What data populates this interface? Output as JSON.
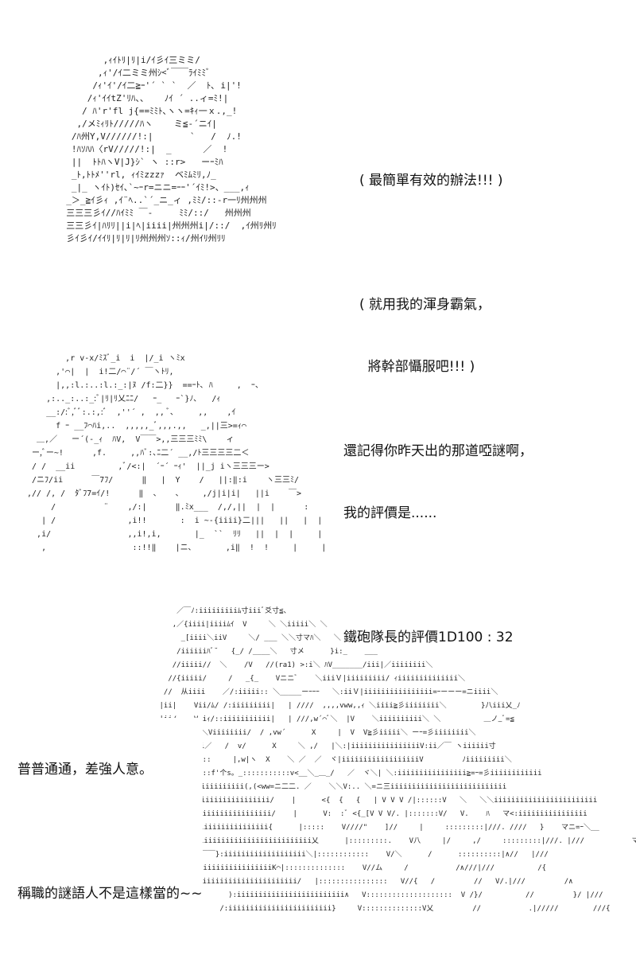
{
  "panels": [
    {
      "art": "         ,ｨｲﾄﾘ|ﾘ|i/ｲ彡ｲ三ミミ/\n        ,ｨ'/ｲ二ミミ州ｼ<ﾞ￣￣ﾗｲﾐﾐﾞ\n       /ｨ'ｲ'/ｲ二≧ｰ'´ ` `  ／  ﾄ､ i|'!\n      /ｨ'ｲｲtZ'ﾘﾊ、、   ﾉｲ ´ ..ィ=ﾐ!|\n     / ﾊ'r'fl j{==ﾐﾐﾄ､ヽヽ=ｷｨ一ｘ.,_!\n    ,/メﾐｨﾘﾄ/////ﾊヽ    ミ≦-´ニｲ|\n   /ﾊ州Y,V//////!:|       `   /  ﾉ.!\n   !ﾊｿﾊﾊ〈rV/////!:|  _      ／  !\n   ||  ﾄﾄﾊヽV|J}ｼ` ヽ ::r>   ーｰﾐﾊ\n   _ﾄ,ﾄﾄﾒ''rl, ｨｲﾐzzzｧ  ベﾐﾑﾐﾘ,ﾉ_\n   _|_ ヽｲﾄ)ｾｲ､`~ｰr=ニニ=ｰｰ'´ｲﾐ!>、___,ｨ\n  _＞_≧ｲ彡ｨ ,ｲ¨ﾍ..`´_ニ_ィ ,ﾐﾐ/::-r一ﾘ州州州\n  三三三彡ｲ//ﾊｲﾐﾐ ￣-     ﾐﾐ/::/   州州州\n  三三彡ｲ|ﾊﾘﾘ||i|ﾍ|iiii|州州州i|/::/  ,ｲ州ﾘ州ﾘ\n  彡ｲ彡ｲ/ｲｲﾘ|ﾘ|ﾘ|ﾘ州州州ｿ::ｨ/州ｲﾘ州ﾘﾘ",
      "lines": [
        "( 最簡單有效的辦法!!! )",
        "",
        "( 就用我的渾身霸氣，",
        "  將幹部懾服吧!!! )"
      ]
    },
    {
      "art": "         ,r v-x/ﾐｽﾞ_i  i  |/_i ヽﾐx\n       ,'⌒|  |  i!二/⌒¨/´ ￣ヽﾄﾘ,\n       |,,:l.:..:l.:_:|ﾇ /f:二}}  ==ｰﾄ､ ﾊ     ,  ｰ、\n     ,:.._:..:_:ﾞ|ﾘ|ﾘ乂ﾆﾆ/   ｰ_   ｰ`}ﾉ､   /ｨ\n     __:/:ﾞ,ﾞﾞ:.:,:ﾞ  ,''´ ,  ,, ﾞ､     ,,    ,ｲ\n       f ｰ __ﾌ⌒ﾊi,..  ,,,,,_ﾞ,,,.,,   _,||三>=ｨ⌒\n   ＿,／   ー´(-_ｨ  ﾊV,  V￣￣>,,三三三ﾐﾐ\\    ィ\n  ー,ﾞー~!      ,f.     ,,ﾊﾞ:､ﾆ二´ __,/ﾄ三三三三二＜\n  / /  __ii         ,ﾞ/<:|  ´ｰ´ ｰｨ'  ||_j iヽ三三三ー>\n  /ニﾌ/ii      ￣7ﾌ/      ‖   |  Y    /   ||:‖:i    ヽ三三ﾐ/\n ,// /, /  ﾀﾞﾌ7=ｲ/!      ‖  、   、    ,/j|i|i|   ||i    ￣>\n      /          ¨    ,/:|      ‖.ﾐx___  /,/,||  |  |      :     :\n    | /               ,i!!       :  i ~‐{iiii}二|||   ||   |  |     |     |\n   ,i/                ,,i!,i,       |_  ``  ﾘﾘ   ||  |  |     |     !\n    ,                  ::!!‖    |ニ､       ,i‖  !  !     |     |",
      "lines": [
        "還記得你昨天出的那道啞謎啊，",
        "我的評價是......",
        "",
        "鐵砲隊長的評價1D100 : 32"
      ]
    },
    {
      "art": "                                         ／￣ﾉ:iiiiiiiiiﾑ寸iiiﾞ爻寸≦、\n                                        ,／{iiii|iiiiﾑｲ  V     ＼ ＼iiiii＼ ＼\n                                          _[iiii＼iiV     ＼/ ___ ＼＼寸マﾊ＼   ＼\n                                         /iiiiiiﾊﾞ˘   {_/ /____＼   寸メ      }i:_    ___\n                                        //iiiii//  ＼    /V   //(ra1) >:i＼ ﾊV_______/iii|／iiiiiiii＼\n                                       //{iiiii/     /   _{_    Vニニﾞ    ＼iiiＶ|iiiiiiiii/ ｨiiiiiiiiiiiiii＼\n                                      //  从iiii    ／/:iiiii:: ＼_____ーｰｰｰ   ＼:iiＶ|iiiiiiiiiiiiiiii=ｰーーー=ニiiii＼\n                                     |ii|    Vii/ﾑ/ /:iiiiiiiii|   | ////  ,,,,vww,,ｨ ＼iiii≧彡iiiiiiii＼        }八iii乂_ﾉ\n                                     |ii/    V iｨ/::iiiiiiiiiii|   | ///,w´⌒ﾞ＼  |V    ＼iiiiiiiiii＼ ＼          ＿ノ_ﾞ=≦\n                                     |乂      V＼Viiiiiiii/  / ,vw´      X     |  V  V≧彡iiiii＼ ーｰ=彡iiiiiiii＼\n                                       叭ﾄ  V:ii／   /  v/      X     ＼ ,/   |＼:|iiiiiiiiiiiiiiiiV:ii／￣ ヽiiiiii寸\n                                          ∧V∧::::     |,w|ヽ  X    ＼ ／  ／  ヾ|iiiiiiiiiiiiiiiiiiV         ﾉiiiiiiiii＼\n                                     /l       /::f'个s。_:::::::::::v<__＼_＿_/   ／  ヾ＼| ＼:iiiiiiiiiiiiiiii≧=ｰ=彡iiiiiiiiiiii\n                                     |:乂__/ :iiiiiiiiiii(,(<ww=ニ二二. ／    ＼＼V:.. ＼=ニ三iiiiiiiiiiiiiiiiiiiiiiiiiii\n                                     Ｖ:iiiiiiiiiiiiiiiiiiiiiii/    |      <{  {   {   | V V V /|::::::V   ＼   ＼＼iiiiiiiiiiiiiiiiiiiiiiii\n                 ,i{          ______      V:iiiiiiiiiiiiiiiiiii/    |      V:  :ﾞ <{_[V V V/. |:::::::V/   V.    ﾊ   マ<:iiiiiiiiiiiiiiii\n              八＼__／:iiiiiiiiiiiiiiiiii乂__才:iiiiiiiiiiiiiiii{      |:::::    V////\"    ]//     |     :::::::::|///. ////   }    マニ=ｰ＼__\n                   ＼iiiii／:iiiiiiiiiiiiiiii{iiiiiiiiiiiiiiiiiiiiiiiiiii乂      |:::::::::.    V八     |/     ,/     :::::::::|///. |///           マ\n            .i{        ￣/:iiiiiiiiii/     {ii|￣￣}:iiiiiiiiiiiiiiiiiii＼|::::::::::::    V/＼      /      ::::::::::|∧//   |///\n            八＼      /:iiii/￣  /     乂 ｰ=彡iiiiiiiiiiiiiiiiiiiK⌒|::::::::::::::    V//ム     /           /∧///|///          /{\n            ーiiii≧=彡iiii{     /            ＼iiiiiiiiiiiiiiiiiiiiiii/   |::::::::::::::::   V//{   /         //   V/.|///         /∧\n            :iiiiiiiiiiiiiiiiiiiiii/                 ):iiiiiiiiiiiiiiiiiiiiiiiii∧   V::::::::::::::::::::  V /}/          //         }/ |///         ///}\n            :iiiiiiiiiiiiiiiiiiii/                 /:iiiiiiiiiiiiiiiiiiiiiiii}     V::::::::::::::V乂         //           .|/////        ///{",
      "lines": [
        "普普通通，差強人意。",
        "",
        "稱職的謎語人不是這樣當的~~"
      ]
    }
  ]
}
